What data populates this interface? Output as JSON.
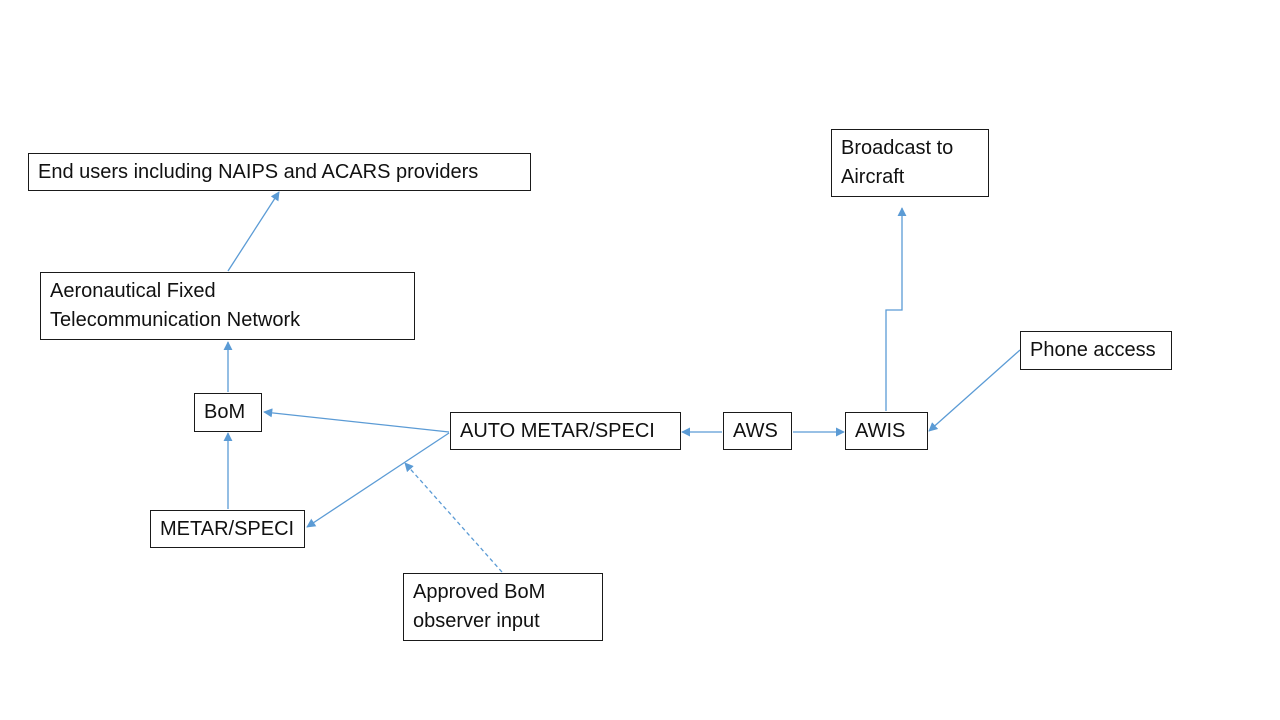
{
  "colors": {
    "arrow": "#5b9bd5",
    "border": "#1a1a1a",
    "text": "#111111",
    "background": "#ffffff"
  },
  "nodes": {
    "end_users": {
      "lines": [
        "End users including NAIPS and ACARS providers"
      ]
    },
    "aftn": {
      "lines": [
        "Aeronautical Fixed",
        "Telecommunication Network"
      ]
    },
    "bom": {
      "lines": [
        "BoM"
      ]
    },
    "metar": {
      "lines": [
        "METAR/SPECI"
      ]
    },
    "auto_metar": {
      "lines": [
        "AUTO METAR/SPECI"
      ]
    },
    "aws": {
      "lines": [
        "AWS"
      ]
    },
    "awis": {
      "lines": [
        "AWIS"
      ]
    },
    "broadcast": {
      "lines": [
        "Broadcast to",
        "Aircraft"
      ]
    },
    "phone": {
      "lines": [
        "Phone access"
      ]
    },
    "approved": {
      "lines": [
        "Approved BoM",
        "observer input"
      ]
    }
  },
  "edges": [
    {
      "from": "aftn",
      "to": "end_users",
      "style": "solid"
    },
    {
      "from": "bom",
      "to": "aftn",
      "style": "solid"
    },
    {
      "from": "metar",
      "to": "bom",
      "style": "solid"
    },
    {
      "from": "auto_metar",
      "to": "bom",
      "style": "solid"
    },
    {
      "from": "auto_metar",
      "to": "metar",
      "style": "solid"
    },
    {
      "from": "approved",
      "to": "auto_metar",
      "style": "dashed"
    },
    {
      "from": "aws",
      "to": "auto_metar",
      "style": "solid"
    },
    {
      "from": "aws",
      "to": "awis",
      "style": "solid"
    },
    {
      "from": "awis",
      "to": "broadcast",
      "style": "solid"
    },
    {
      "from": "phone",
      "to": "awis",
      "style": "solid"
    }
  ]
}
